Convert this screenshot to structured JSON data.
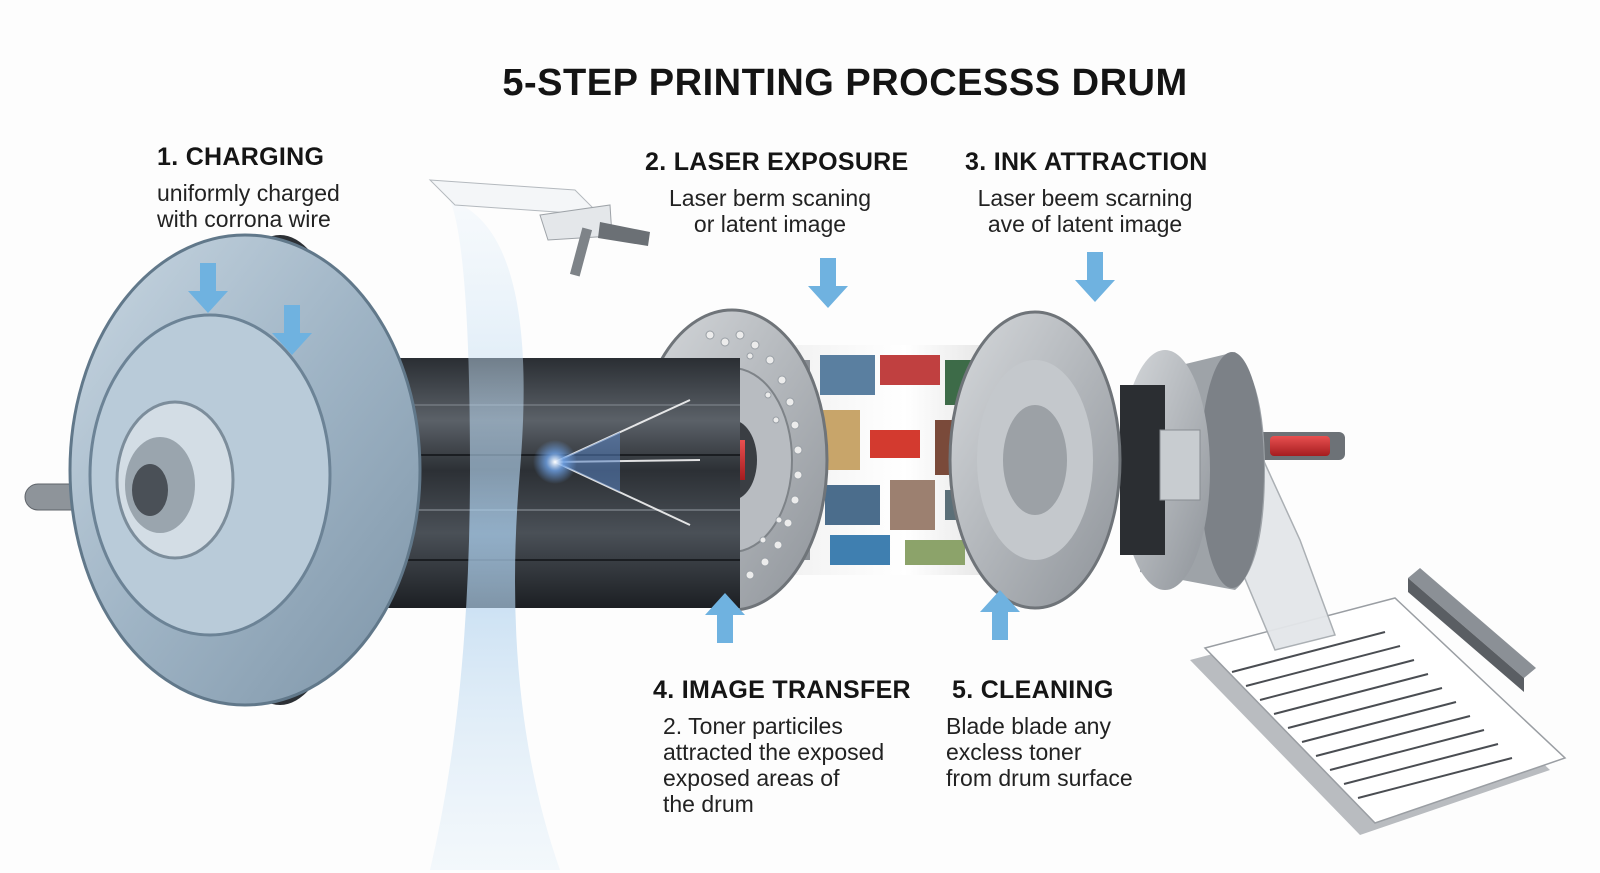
{
  "title": "5-STEP PRINTING PROCESSS DRUM",
  "steps": [
    {
      "heading": "1. CHARGING",
      "lines": [
        "uniformly charged",
        "with corrona wire"
      ],
      "arrow_direction": "down"
    },
    {
      "heading": "2. LASER EXPOSURE",
      "lines": [
        "Laser berm scaning",
        "or latent image"
      ],
      "arrow_direction": "down"
    },
    {
      "heading": "3. INK ATTRACTION",
      "lines": [
        "Laser beem scarning",
        "ave of latent image"
      ],
      "arrow_direction": "down"
    },
    {
      "heading": "4. IMAGE TRANSFER",
      "lines": [
        "2. Toner particiles",
        "attracted the exposed",
        "exposed areas of",
        "the drum"
      ],
      "arrow_direction": "up"
    },
    {
      "heading": "5. CLEANING",
      "lines": [
        "Blade blade any",
        "excless toner",
        "from drum surface"
      ],
      "arrow_direction": "up"
    }
  ],
  "colors": {
    "arrow": "#6fb2e0",
    "drum_body": "#3a3f45",
    "end_cap": "#a9bccb",
    "laser_beam": "#bcd9f0",
    "axle_accent": "#c8262a"
  },
  "icons": {
    "arrow": "arrow-icon",
    "corona_wire": "corona-wire-icon",
    "laser_emitter": "laser-emitter-icon",
    "cleaning_blade": "cleaning-blade-icon"
  }
}
